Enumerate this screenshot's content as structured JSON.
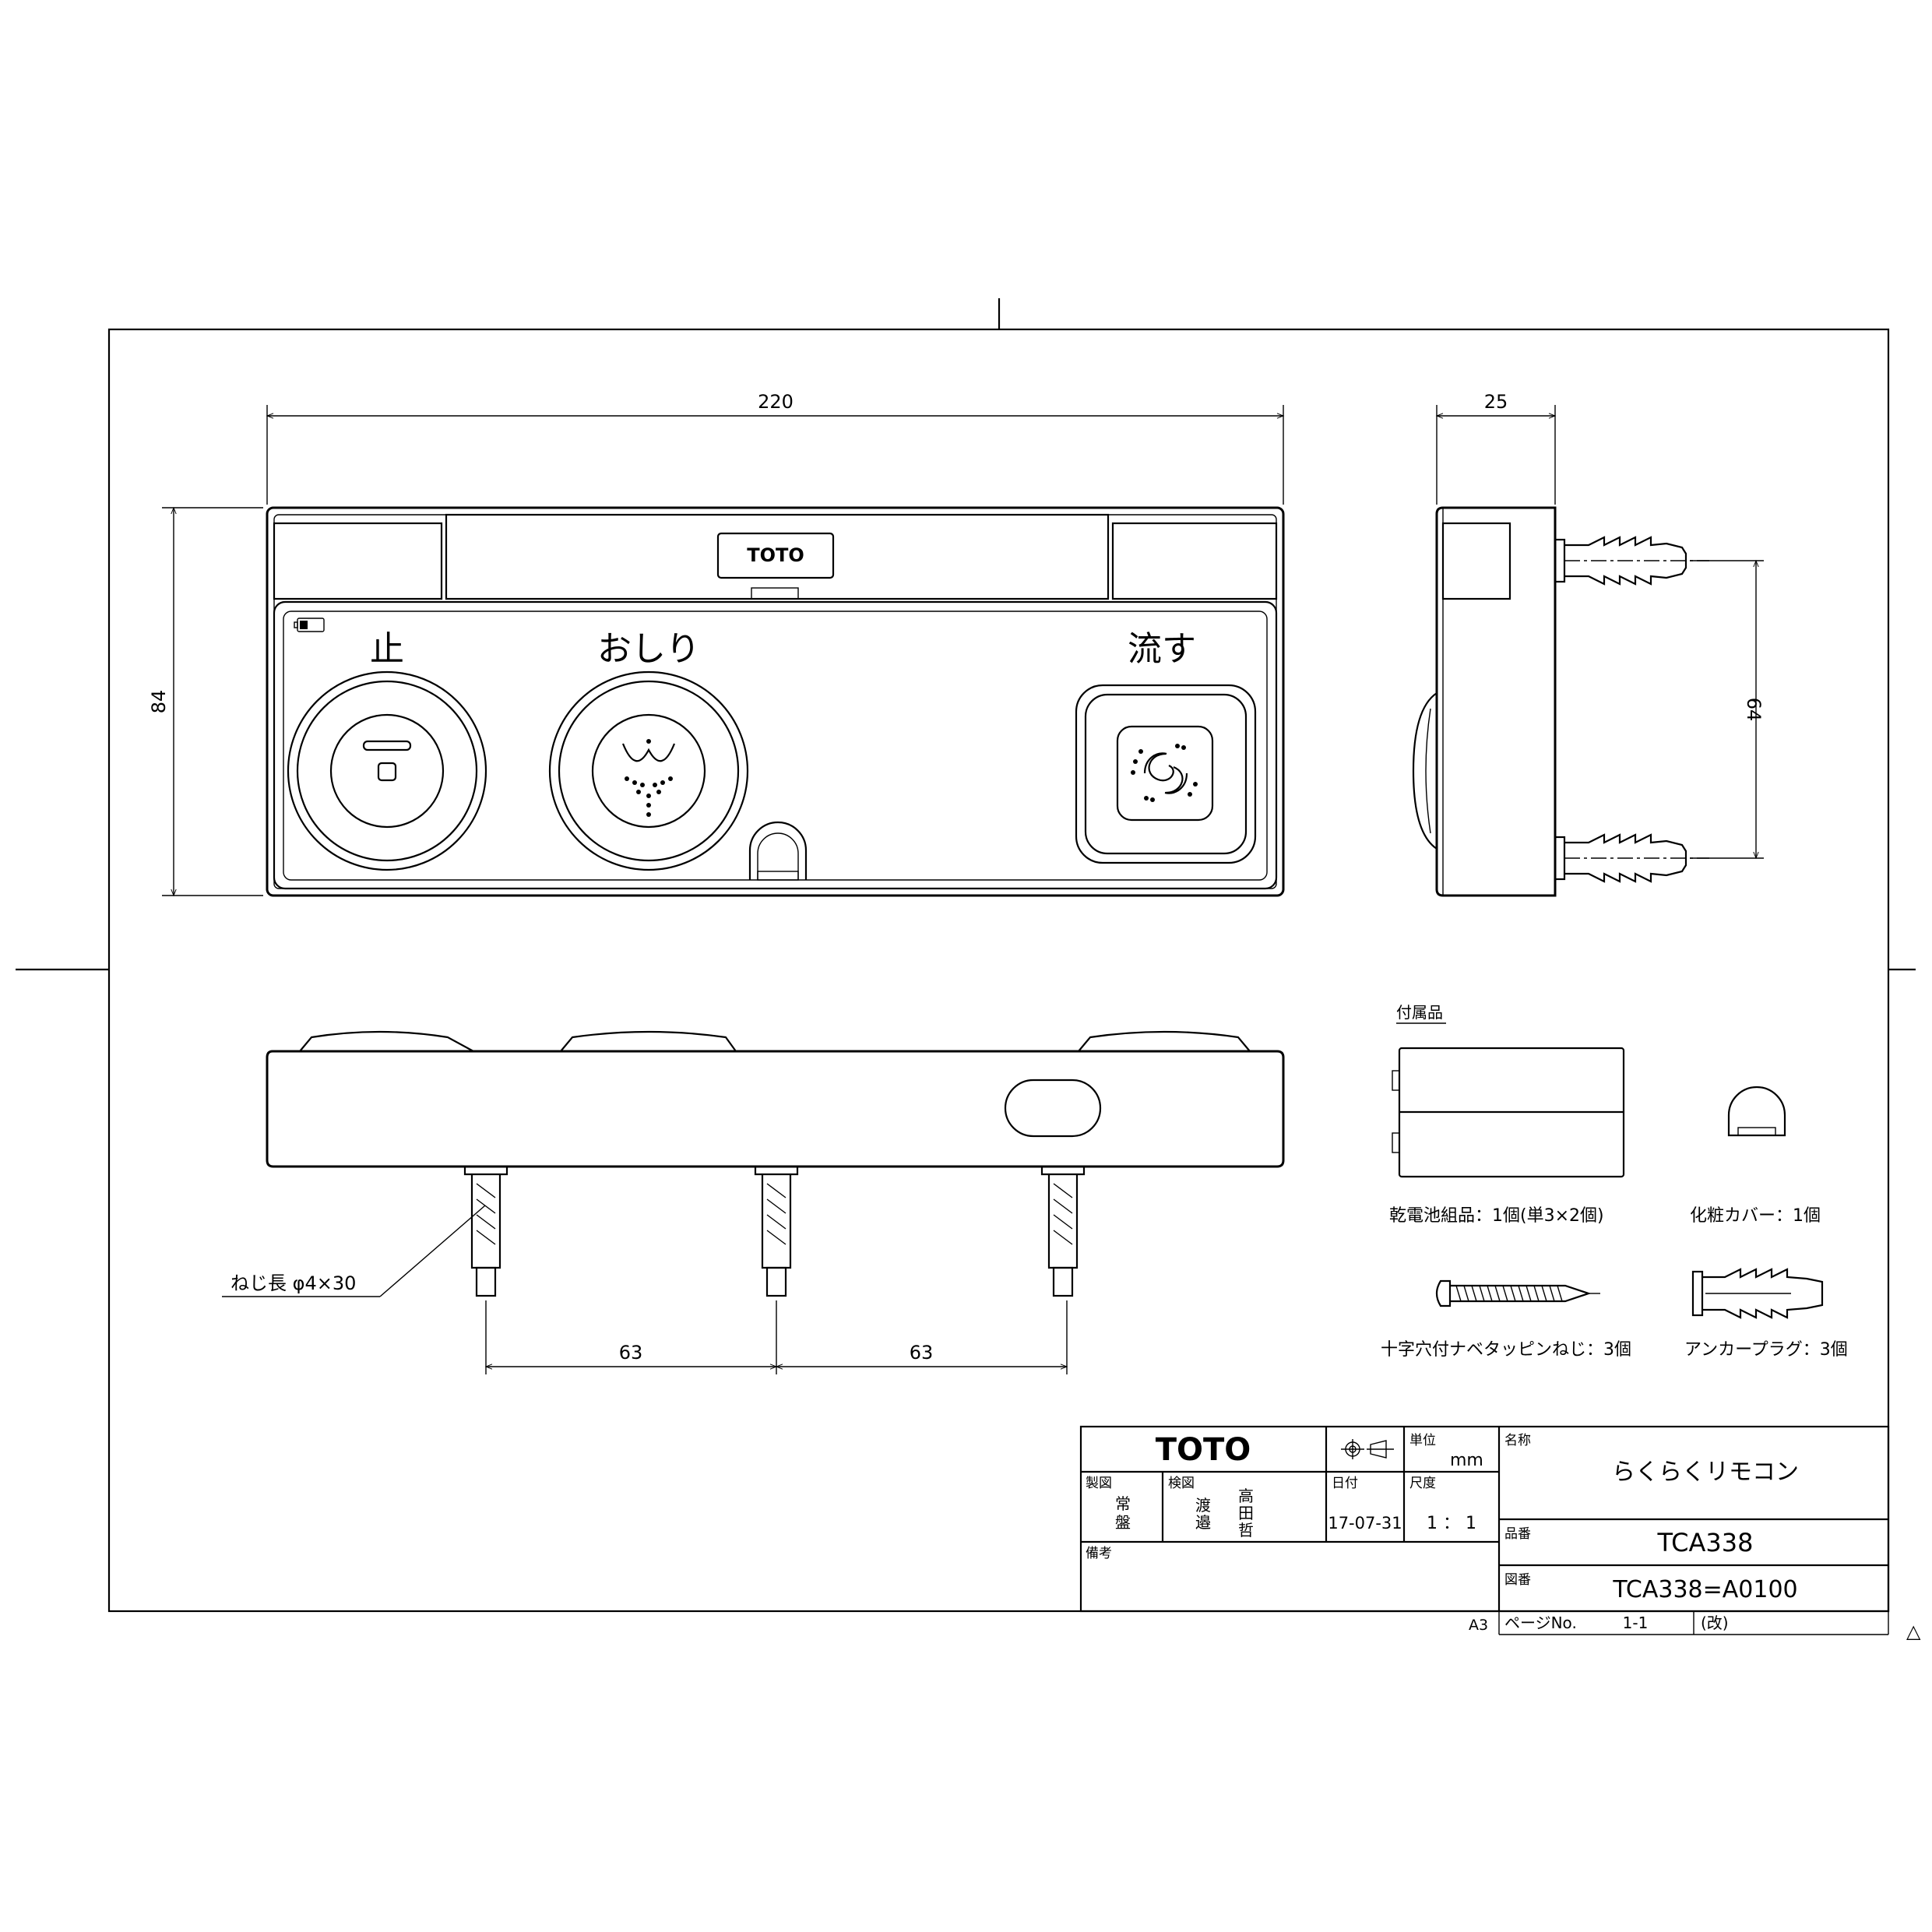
{
  "drawing": {
    "dimensions": {
      "front_width": "220",
      "front_height": "84",
      "side_depth": "25",
      "side_pitch": "64",
      "bottom_pitch_1": "63",
      "bottom_pitch_2": "63"
    },
    "buttons": {
      "stop": "止",
      "bidet": "おしり",
      "flush": "流す"
    },
    "brand_logo": "TOTO",
    "screw_note": "ねじ長 φ4×30",
    "accessories": {
      "heading": "付属品",
      "battery": "乾電池組品：1個(単3×2個)",
      "cover": "化粧カバー：1個",
      "screw": "十字穴付ナベタッピンねじ：3個",
      "anchor": "アンカープラグ：3個"
    }
  },
  "title_block": {
    "company": "TOTO",
    "unit_label": "単位",
    "unit_value": "mm",
    "name_label": "名称",
    "name_value": "らくらくリモコン",
    "drawn_label": "製図",
    "drawn_value_1": "常",
    "drawn_value_2": "盤",
    "checked_label": "検図",
    "checked_a1": "渡",
    "checked_a2": "邉",
    "checked_b1": "高",
    "checked_b2": "田",
    "checked_b3": "哲",
    "date_label": "日付",
    "date_value": "17-07-31",
    "scale_label": "尺度",
    "scale_value": "1 ： 1",
    "remarks_label": "備考",
    "part_label": "品番",
    "part_value": "TCA338",
    "drawing_label": "図番",
    "drawing_value": "TCA338=A0100",
    "sheet_size": "A3",
    "page_label": "ページNo.",
    "page_value": "1-1",
    "revision_label": "(改)",
    "revision_mark": "△"
  }
}
